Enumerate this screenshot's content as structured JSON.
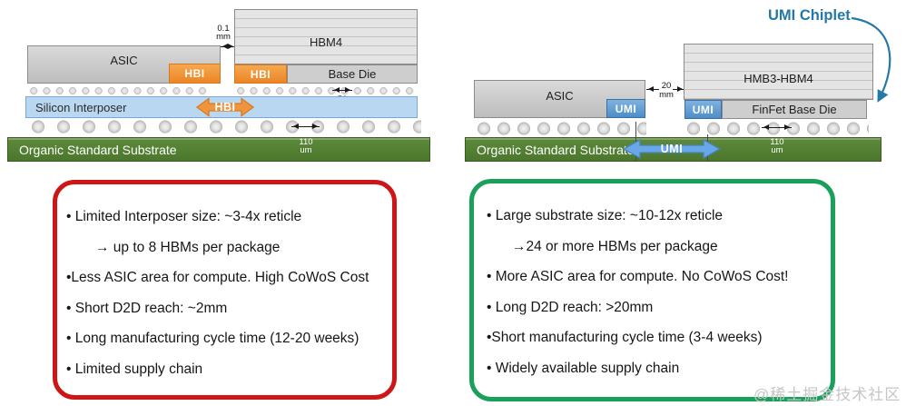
{
  "left_diagram": {
    "asic_label": "ASIC",
    "hbi_label": "HBI",
    "hbm_label": "HBM4",
    "base_die_label": "Base Die",
    "die_gap": {
      "value": "0.1",
      "unit": "mm"
    },
    "interposer_label": "Silicon Interposer",
    "interposer_link_label": "HBI",
    "microbump_pitch": {
      "value": "50",
      "unit": "um"
    },
    "ball_pitch": {
      "value": "110",
      "unit": "um"
    },
    "substrate_label": "Organic Standard Substrate"
  },
  "right_diagram": {
    "asic_label": "ASIC",
    "umi_label": "UMI",
    "hbm_label": "HMB3-HBM4",
    "base_die_label": "FinFet Base Die",
    "die_gap": {
      "value": "20",
      "unit": "mm"
    },
    "substrate_label": "Organic Standard Substrate",
    "substrate_link_label": "UMI",
    "ball_pitch": {
      "value": "110",
      "unit": "um"
    },
    "chiplet_callout": "UMI Chiplet"
  },
  "left_panel": {
    "lines": [
      {
        "text": "• Limited Interposer size: ~3-4x reticle"
      },
      {
        "text": "→ up to 8 HBMs per package"
      },
      {
        "text": "•Less ASIC area for compute. High CoWoS Cost"
      },
      {
        "text": "• Short D2D reach: ~2mm"
      },
      {
        "text": "• Long manufacturing cycle time (12-20 weeks)"
      },
      {
        "text": "• Limited supply chain"
      }
    ]
  },
  "right_panel": {
    "lines": [
      {
        "text": "• Large substrate size: ~10-12x reticle"
      },
      {
        "text": "→24 or more HBMs per package"
      },
      {
        "text": "• More ASIC area for compute. No CoWoS Cost!"
      },
      {
        "text": "• Long D2D reach: >20mm"
      },
      {
        "text": "•Short manufacturing cycle time (3-4 weeks)"
      },
      {
        "text": "• Widely available supply chain"
      }
    ]
  },
  "watermark": "@稀土掘金技术社区",
  "colors": {
    "hbi_orange": "#F0913C",
    "umi_blue": "#5B9BD5",
    "interposer_blue": "#B9D7F0",
    "substrate_green": "#4E7C30",
    "left_panel_border": "#CE1616",
    "right_panel_border": "#1BA05B",
    "callout_teal": "#2578A9"
  }
}
